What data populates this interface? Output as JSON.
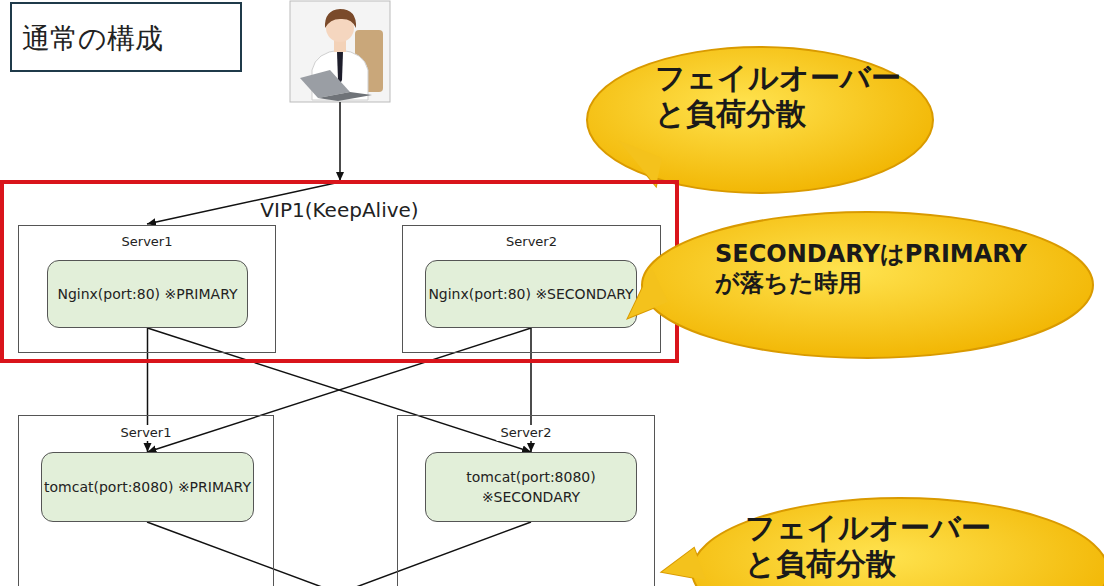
{
  "diagram": {
    "title": "通常の構成",
    "nodes": [
      {
        "text": [
          "フェイルオーバー と負荷分散"
        ]
      },
      {
        "text": [
          "VIP1(KeepAlive)"
        ]
      },
      {
        "text": [
          "Server1"
        ],
        "in": 1
      },
      {
        "text": [
          "Nginx(port:80) ※PRIMARY"
        ],
        "in": 2
      },
      {
        "text": [
          "Server2"
        ],
        "in": 1
      },
      {
        "text": [
          "Nginx(port:80) ※SECONDARY"
        ],
        "in": 4
      },
      {
        "text": [
          "SECONDARYはPRIMARY が落ちた時用"
        ]
      },
      {
        "text": [
          "Server1"
        ]
      },
      {
        "text": [
          "tomcat(port:8080) ※PRIMARY"
        ],
        "in": 7
      },
      {
        "text": [
          "Server2"
        ]
      },
      {
        "text": [
          "tomcat(port:8080) ※SECONDARY"
        ],
        "in": 9
      },
      {
        "text": [
          "フェイルオーバー と負荷分散"
        ]
      }
    ],
    "edges": [
      {
        "from": 3,
        "to": 8,
        "arrow": "to"
      },
      {
        "from": 3,
        "to": 10,
        "arrow": "to"
      },
      {
        "from": 5,
        "to": 8,
        "arrow": "to"
      },
      {
        "from": 5,
        "to": 10,
        "arrow": "to"
      }
    ]
  }
}
